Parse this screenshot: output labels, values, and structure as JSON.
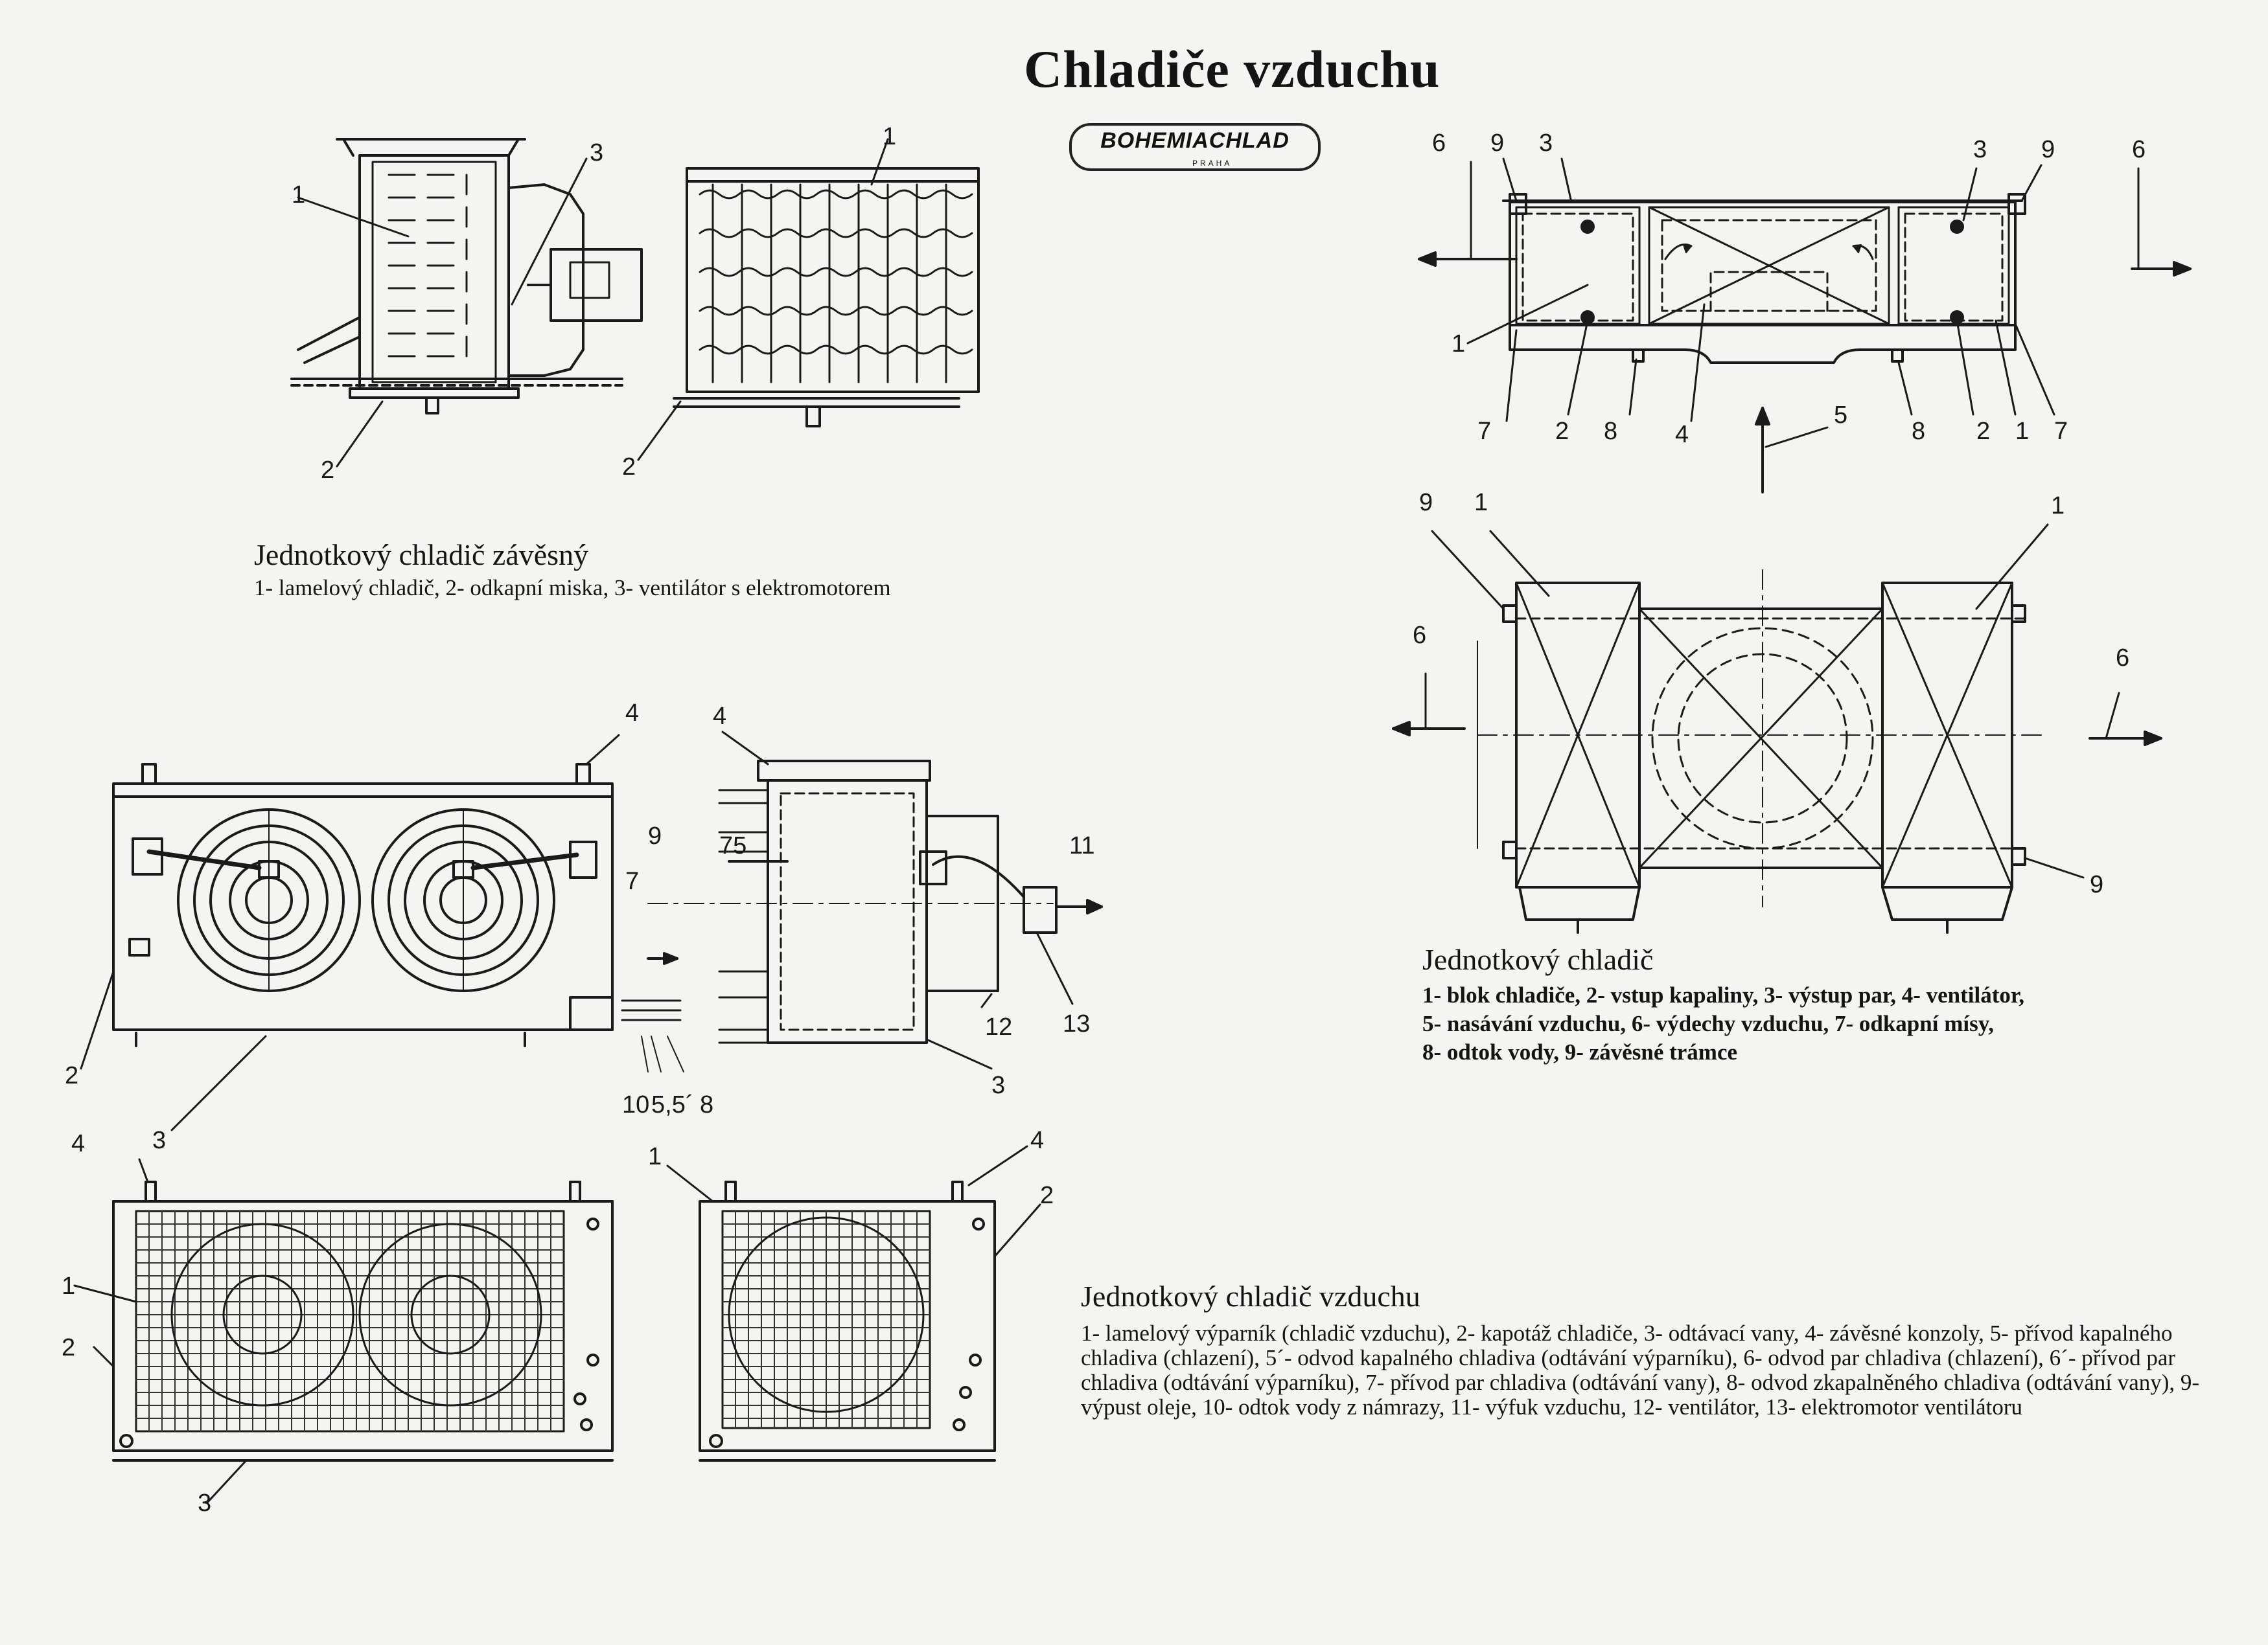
{
  "title": "Chladiče vzduchu",
  "logo": {
    "name": "BOHEMIACHLAD",
    "city": "PRAHA"
  },
  "figure_top_left": {
    "heading": "Jednotkový chladič závěsný",
    "legend": "1- lamelový chladič, 2- odkapní miska, 3- ventilátor s elektromotorem",
    "labels": [
      "1",
      "3",
      "2",
      "1",
      "2"
    ]
  },
  "figure_right": {
    "heading": "Jednotkový chladič",
    "legend_lines": [
      "1- blok chladiče, 2- vstup kapaliny, 3- výstup par, 4- ventilátor,",
      "5- nasávání vzduchu, 6- výdechy vzduchu, 7- odkapní mísy,",
      "8- odtok vody, 9- závěsné trámce"
    ],
    "top_labels": [
      "6",
      "9",
      "3",
      "3",
      "9",
      "6"
    ],
    "bottom_labels": [
      "7",
      "2",
      "8",
      "4",
      "5",
      "8",
      "2",
      "1",
      "7",
      "1"
    ],
    "plan_labels": [
      "9",
      "1",
      "1",
      "6",
      "6",
      "9"
    ]
  },
  "figure_bottom": {
    "heading": "Jednotkový chladič vzduchu",
    "legend": "1- lamelový výparník (chladič vzduchu), 2- kapotáž chladiče, 3- odtávací vany, 4- závěsné konzoly, 5- přívod kapalného chladiva (chlazení), 5´- odvod kapalného chladiva (odtávání výparníku), 6- odvod par chladiva (chlazení), 6´- přívod par chladiva (odtávání výparníku), 7- přívod par chladiva (odtávání vany), 8- odvod zkapalněného chladiva (odtávání vany), 9- výpust oleje, 10- odtok vody z námrazy, 11- výfuk vzduchu, 12- ventilátor, 13- elektromotor ventilátoru",
    "labels": [
      "4",
      "4",
      "9",
      "7",
      "75",
      "11",
      "2",
      "3",
      "12",
      "13",
      "3",
      "10",
      "5,5´",
      "8",
      "4",
      "1",
      "4",
      "2",
      "1",
      "2",
      "3"
    ]
  }
}
